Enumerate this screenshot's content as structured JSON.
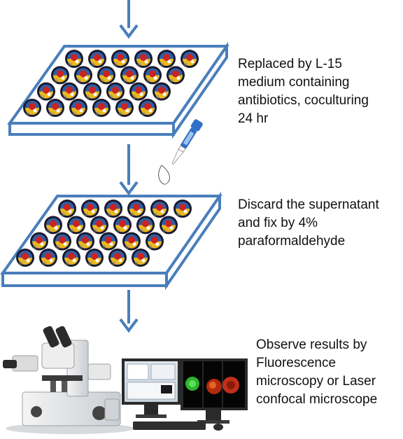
{
  "steps": [
    {
      "text": "Replaced by L-15\nmedium containing\nantibiotics, coculturing\n24 hr"
    },
    {
      "text": "Discard the supernatant\nand fix by 4%\nparaformaldehyde"
    },
    {
      "text": "Observe results by\nFluorescence\nmicroscopy or Laser\nconfocal microscope"
    }
  ],
  "colors": {
    "arrow": "#4a7ebb",
    "plate_outline": "#4a7ebb",
    "plate_fill": "#ffffff",
    "well_dark": "#1a1a2e",
    "well_blue": "#2e5fa8",
    "well_red": "#cc2222",
    "well_yellow": "#e8b820",
    "pipette_blue": "#2f6fc8"
  },
  "plates": [
    {
      "name": "plate-1",
      "rows": 4,
      "cols": 6
    },
    {
      "name": "plate-2",
      "rows": 4,
      "cols": 6
    }
  ],
  "icons": [
    "down-arrow-icon",
    "pipette-icon",
    "microscope-icon",
    "monitor-icon"
  ]
}
